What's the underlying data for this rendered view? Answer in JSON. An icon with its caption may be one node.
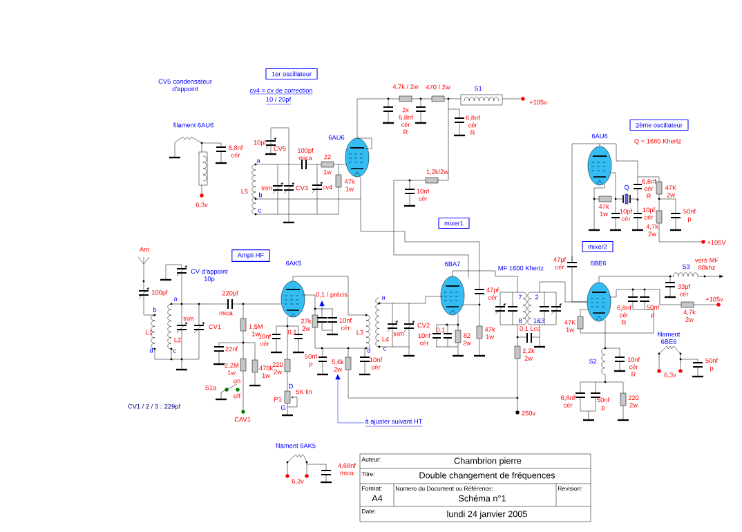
{
  "diagram": {
    "nodes": [
      {
        "text": [
          "1er oscillateur"
        ]
      },
      {
        "text": [
          "2ème oscillateur"
        ]
      },
      {
        "text": [
          "mixer1"
        ]
      },
      {
        "text": [
          "Ampli HF"
        ]
      },
      {
        "text": [
          "mixer2"
        ]
      },
      {
        "text": [
          "0,1 / précis"
        ]
      },
      {
        "text": [
          "à ajuster suivant HT"
        ]
      },
      {
        "text": [
          "5,6k 2w"
        ]
      }
    ],
    "edges": [
      {
        "from": null,
        "to": 5,
        "arrow": "to"
      },
      {
        "from": 6,
        "to": 7,
        "arrow": "to"
      }
    ],
    "labels": [
      "CV5 condensateur d'appoint",
      "cv4 = cv de correction",
      "10 / 20pf",
      "filament 6AU6",
      "6,8nf cér",
      "6,3v",
      "10pf",
      "CV5",
      "100pf mica",
      "22",
      "1w",
      "6AU6",
      "47k 1w",
      "a",
      "trim",
      "CV3",
      "cv4",
      "L5",
      "b",
      "c",
      "4,7k / 2w",
      "470 / 2w",
      "S1",
      "+105v",
      "2x 6,8nf cér R",
      "6,8nf cér R",
      "6AU6",
      "Q = 1680 Khertz",
      "1,2k/2w",
      "10nf cér",
      "Q",
      "6,8nf cér R",
      "47K 2w",
      "47k 1w",
      "10pf cér",
      "10pf cér",
      "50nf p",
      "4,7k 2w",
      "+105V",
      "Ant",
      "6AK5",
      "CV d'appoint 10p",
      "100pf",
      "220pf",
      "a",
      "b",
      "trim",
      "CV1",
      "mica",
      "1,5M 1w",
      "27k 2w",
      "10nf cér",
      "L1",
      "L2",
      "L3",
      "d",
      "c",
      "10nf cér",
      "0,1",
      "22nf",
      "d",
      "2,2M 1w",
      "470k 1w",
      "220 2w",
      "50nf p",
      "10nf cér",
      "on",
      "S1a",
      "off",
      "D",
      "5K lin",
      "P1",
      "CV1 / 2 / 3 : 229pf",
      "G",
      "CAV1",
      "6BA7",
      "MF 1600 Khertz",
      "47pf cér",
      "6BE6",
      "S3",
      "vers MF 80khz",
      "47pf cér",
      "a",
      "7",
      "2",
      "33pf cér",
      "+105v",
      "6,8nf cér R",
      "50nf p",
      "CV2",
      "8",
      "1&3",
      "4,7k 2w",
      "47K 1w",
      "trim",
      "0,1",
      "10nf cér",
      "82 2w",
      "47k 1w",
      "0,1 Lcc",
      "L4",
      "c",
      "filament 6BE6",
      "2,2k 2w",
      "S2",
      "10nf cér R",
      "50nf p",
      "6,3v",
      "6,8nf cér",
      "50nf p",
      "220 2w",
      "250v",
      "filament 6AK5",
      "4,68nf mica",
      "6,3v",
      "Auteur:",
      "Chambrion pierre",
      "Titre:",
      "Double changement de fréquences",
      "Format:",
      "Numero du Document ou Référence:",
      "Revision:",
      "A4",
      "Schéma n°1",
      "Date:",
      "lundi 24 janvier 2005"
    ]
  }
}
